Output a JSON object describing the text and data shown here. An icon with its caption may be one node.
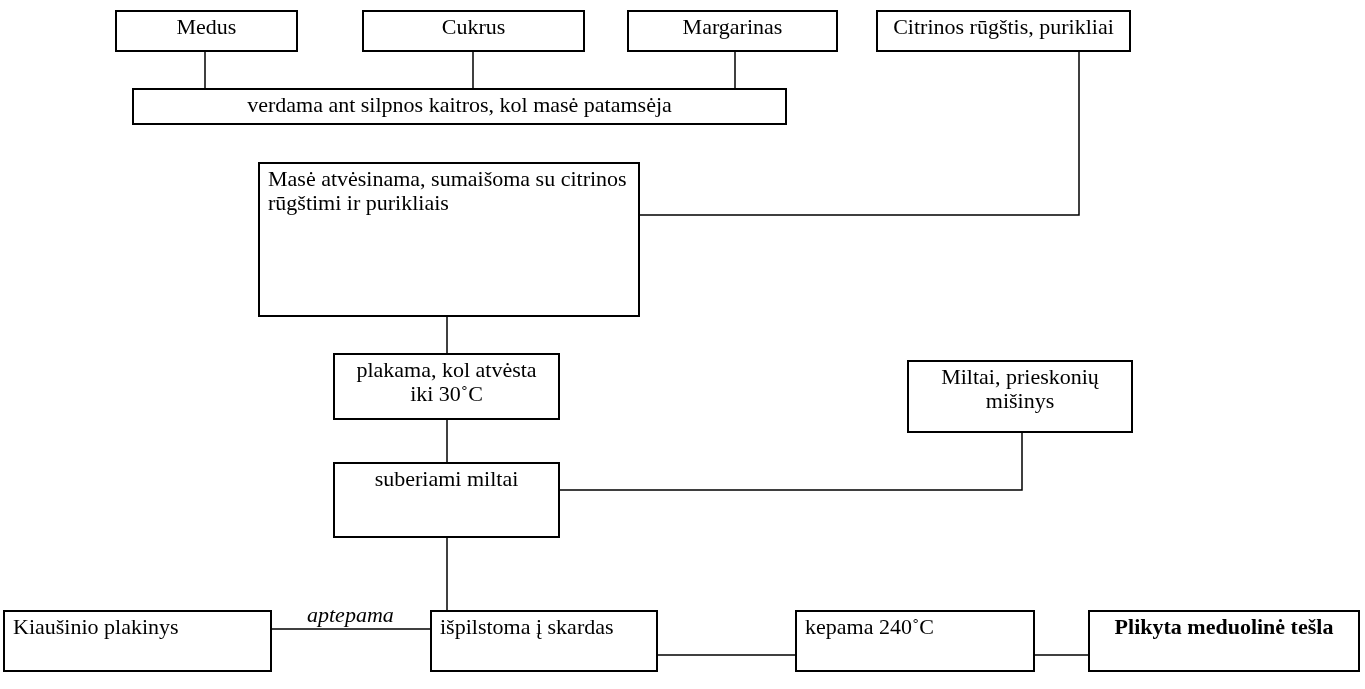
{
  "diagram": {
    "nodes": [
      {
        "text": [
          "Medus"
        ]
      },
      {
        "text": [
          "Cukrus"
        ]
      },
      {
        "text": [
          "Margarinas"
        ]
      },
      {
        "text": [
          "Citrinos rūgštis, purikliai"
        ]
      },
      {
        "text": [
          "verdama ant silpnos kaitros, kol masė patamsėja"
        ]
      },
      {
        "text": [
          "Masė atvėsinama, sumaišoma su citrinos rūgštimi ir purikliais"
        ]
      },
      {
        "text": [
          "plakama, kol atvėsta iki 30˚C"
        ]
      },
      {
        "text": [
          "Miltai, prieskonių mišinys"
        ]
      },
      {
        "text": [
          "suberiami miltai"
        ]
      },
      {
        "text": [
          "Kiaušinio plakinys"
        ]
      },
      {
        "text": [
          "išpilstoma į skardas"
        ]
      },
      {
        "text": [
          "kepama 240˚C"
        ]
      },
      {
        "text": [
          "Plikyta meduolinė tešla"
        ]
      }
    ],
    "edges": [
      {
        "from": 0,
        "to": 4,
        "arrow": "none"
      },
      {
        "from": 1,
        "to": 4,
        "arrow": "none"
      },
      {
        "from": 2,
        "to": 4,
        "arrow": "none"
      },
      {
        "from": 3,
        "to": 5,
        "arrow": "none"
      },
      {
        "from": 5,
        "to": 6,
        "arrow": "none"
      },
      {
        "from": 6,
        "to": 8,
        "arrow": "none"
      },
      {
        "from": 7,
        "to": 8,
        "arrow": "none"
      },
      {
        "from": 8,
        "to": 10,
        "arrow": "none"
      },
      {
        "from": 9,
        "to": 10,
        "arrow": "none",
        "label": "aptepama"
      },
      {
        "from": 10,
        "to": 11,
        "arrow": "none"
      },
      {
        "from": 11,
        "to": 12,
        "arrow": "none"
      }
    ]
  }
}
